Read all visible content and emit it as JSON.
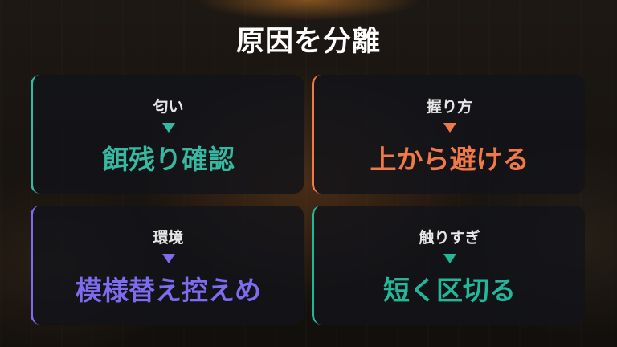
{
  "title": "原因を分離",
  "cards": [
    {
      "label": "匂い",
      "answer": "餌残り確認",
      "accent": "#35b9a0"
    },
    {
      "label": "握り方",
      "answer": "上から避ける",
      "accent": "#f07a47"
    },
    {
      "label": "環境",
      "answer": "模様替え控えめ",
      "accent": "#7d6cf0"
    },
    {
      "label": "触りすぎ",
      "answer": "短く区切る",
      "accent": "#23b79a"
    }
  ]
}
